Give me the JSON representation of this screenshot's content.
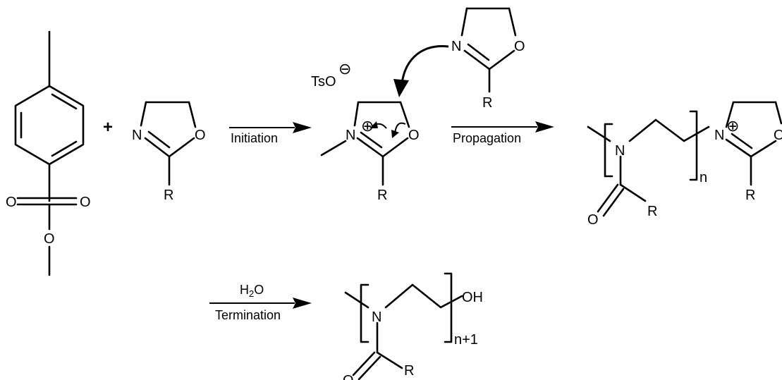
{
  "atoms": {
    "oxygen": "O",
    "nitrogen": "N",
    "substituent": "R",
    "counter_anion": "TsO",
    "hydroxyl": "OH",
    "water_h": "H",
    "water_sub": "2",
    "water_o": "O"
  },
  "symbols": {
    "plus": "+",
    "cation_charge": "⊕",
    "anion_charge": "⊖"
  },
  "steps": {
    "initiation": "Initiation",
    "propagation": "Propagation",
    "termination": "Termination"
  },
  "repeat_units": {
    "polymer": "n",
    "terminated": "n+1"
  }
}
